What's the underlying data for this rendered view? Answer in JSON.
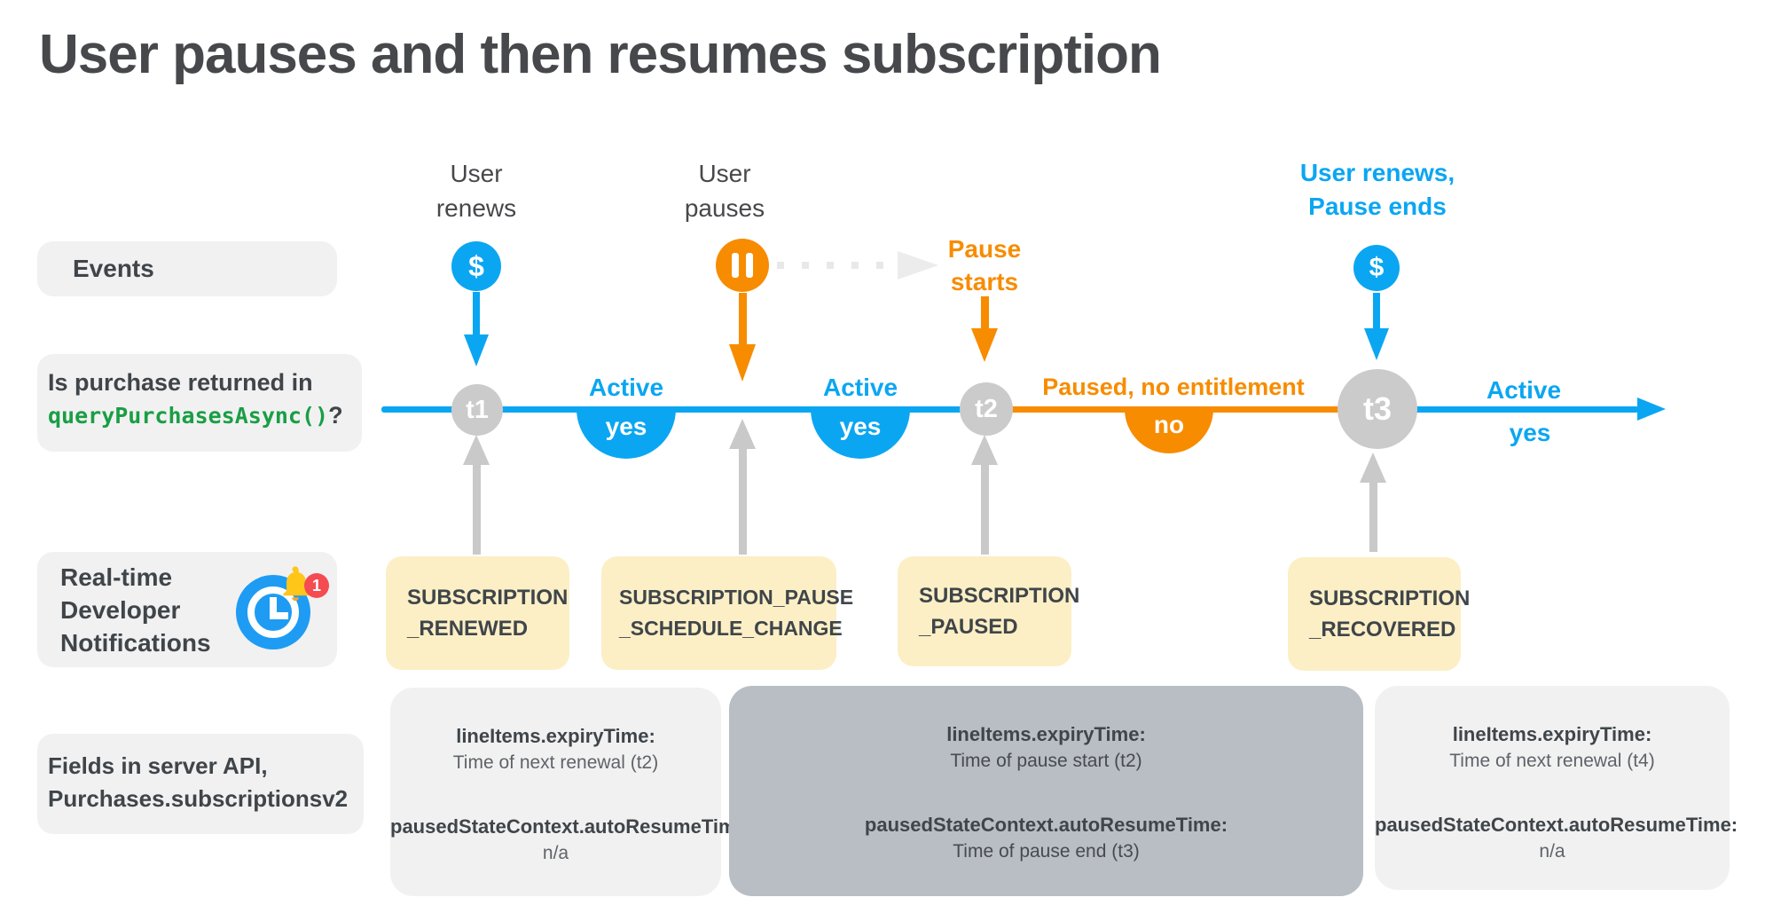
{
  "title": "User pauses and then resumes subscription",
  "colors": {
    "blue": "#0ba6f2",
    "orange": "#f78c00",
    "green_code": "#1a9e44",
    "yellow_box": "#fcefc6",
    "gray_box_light": "#f1f1f2",
    "gray_box_dark": "#b8bec4",
    "gray_circle": "#cbcbcb",
    "badge_red": "#f54c52"
  },
  "glyphs": {
    "dollar": "$"
  },
  "row_labels": {
    "events": "Events",
    "purchase_line1": "Is purchase returned in",
    "purchase_code": "queryPurchasesAsync()",
    "purchase_suffix": "?",
    "rtdn_line1": "Real-time",
    "rtdn_line2": "Developer",
    "rtdn_line3": "Notifications",
    "fields_line1": "Fields in server API,",
    "fields_line2": "Purchases.subscriptionsv2"
  },
  "rtdn_icon": {
    "badge_count": "1"
  },
  "annotations": {
    "user_renews_1": "User",
    "user_renews_2": "renews",
    "user_pauses_1": "User",
    "user_pauses_2": "pauses",
    "pause_starts_1": "Pause",
    "pause_starts_2": "starts",
    "renew_resume_1": "User renews,",
    "renew_resume_2": "Pause ends"
  },
  "timeline": {
    "points": [
      {
        "label": "t1"
      },
      {
        "label": "t2"
      },
      {
        "label": "t3"
      }
    ],
    "states": [
      {
        "label": "Active",
        "value": "yes"
      },
      {
        "label": "Active",
        "value": "yes"
      },
      {
        "label": "Paused, no entitlement",
        "value": "no"
      },
      {
        "label": "Active",
        "value": "yes"
      }
    ]
  },
  "notifications": [
    {
      "line1": "SUBSCRIPTION",
      "line2": "_RENEWED"
    },
    {
      "line1": "SUBSCRIPTION_PAUSE",
      "line2": "_SCHEDULE_CHANGE"
    },
    {
      "line1": "SUBSCRIPTION",
      "line2": "_PAUSED"
    },
    {
      "line1": "SUBSCRIPTION",
      "line2": "_RECOVERED"
    }
  ],
  "api_fields": [
    {
      "field1": "lineItems.expiryTime:",
      "value1": "Time of next renewal (t2)",
      "field2": "pausedStateContext.autoResumeTime:",
      "value2": "n/a"
    },
    {
      "field1": "lineItems.expiryTime:",
      "value1": "Time of pause start (t2)",
      "field2": "pausedStateContext.autoResumeTime:",
      "value2": "Time of pause end (t3)"
    },
    {
      "field1": "lineItems.expiryTime:",
      "value1": "Time of next renewal (t4)",
      "field2": "pausedStateContext.autoResumeTime:",
      "value2": "n/a"
    }
  ]
}
